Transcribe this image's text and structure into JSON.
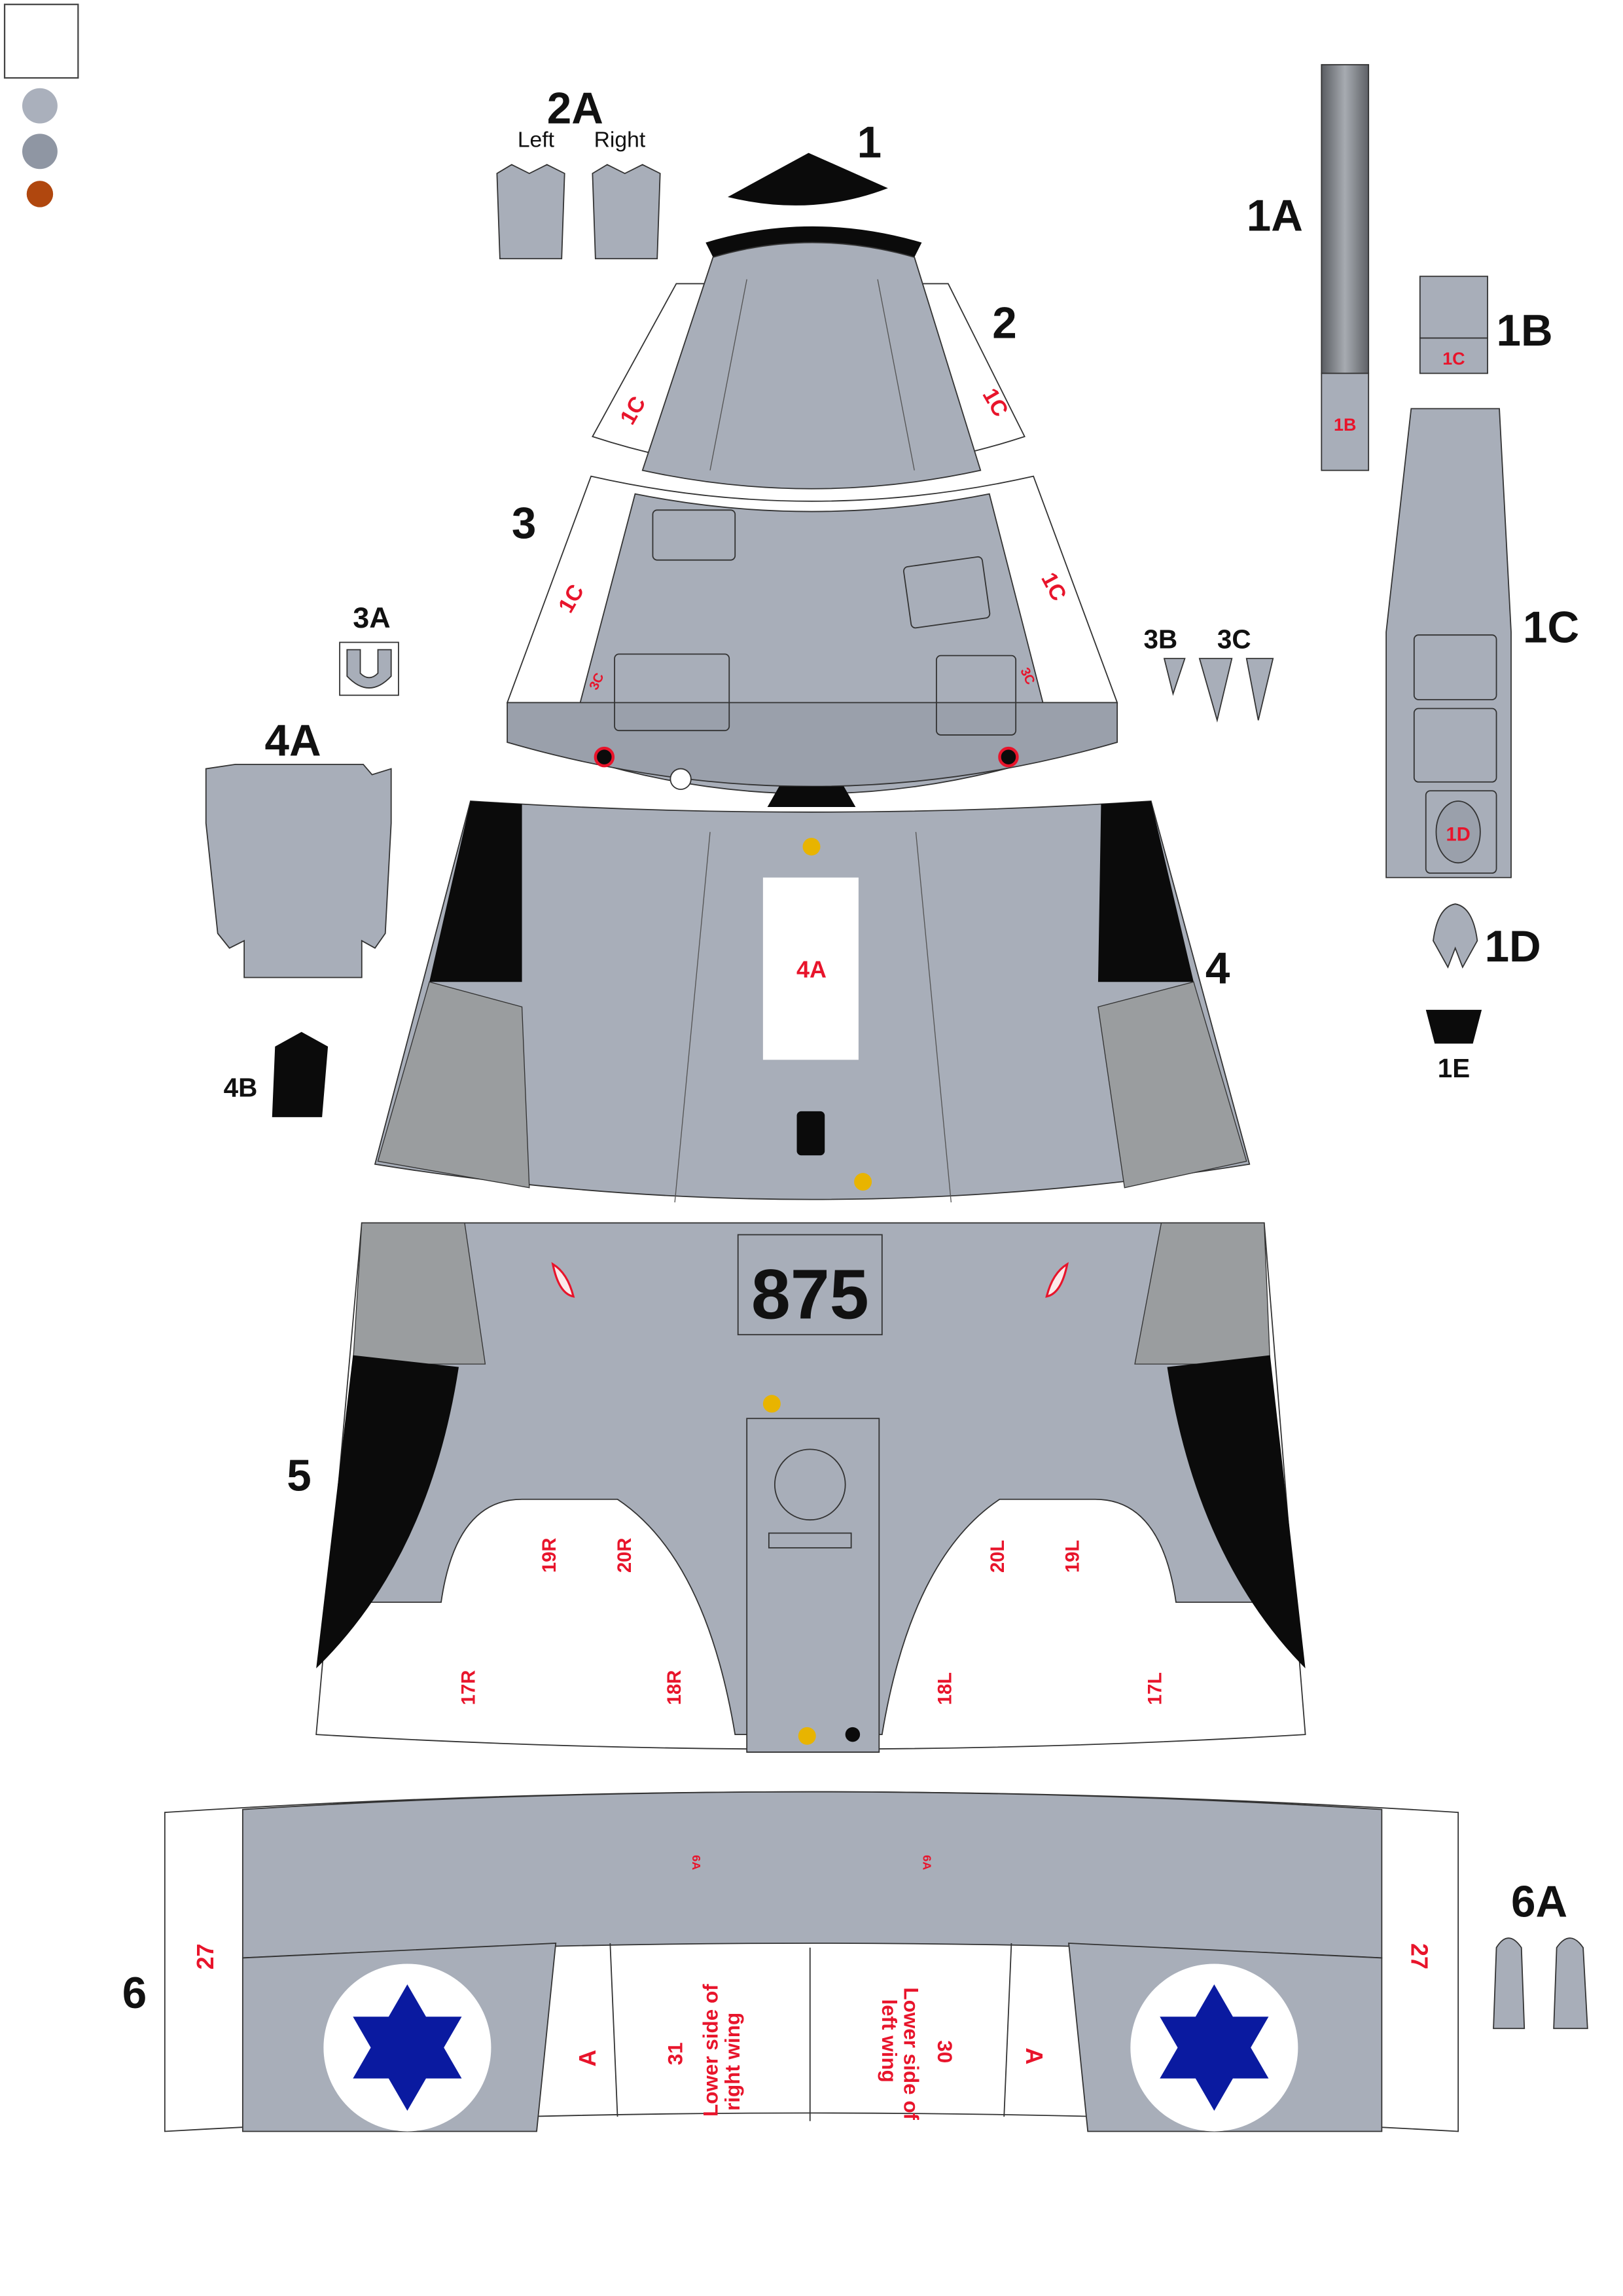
{
  "swatches": [
    "#aab0bc",
    "#8f96a3",
    "#b0470e"
  ],
  "colors": {
    "panel_gray": "#a8aeb9",
    "panel_light": "#b7bcc6",
    "panel_dark": "#8e949e",
    "black": "#0b0b0b",
    "white": "#ffffff",
    "red_text": "#e8142b",
    "roundel_blue": "#0a1aa0",
    "yellow": "#e8b400"
  },
  "part_labels": {
    "p1": "1",
    "p2": "2",
    "p2a": "2A",
    "p3": "3",
    "p3a": "3A",
    "p3b": "3B",
    "p3c": "3C",
    "p4": "4",
    "p4a": "4A",
    "p4b": "4B",
    "p5": "5",
    "p6": "6",
    "p6a": "6A",
    "p1a": "1A",
    "p1b": "1B",
    "p1c": "1C",
    "p1d": "1D",
    "p1e": "1E"
  },
  "sub_labels": {
    "left": "Left",
    "right": "Right"
  },
  "panel_text": {
    "c1": "1C",
    "c3": "3C",
    "a4": "4A",
    "b1": "1B",
    "d1": "1D",
    "a6": "6A",
    "serial": "875",
    "r19": "19R",
    "r20": "20R",
    "l20": "20L",
    "l19": "19L",
    "r17": "17R",
    "r18": "18R",
    "l18": "18L",
    "l17": "17L",
    "n27": "27",
    "a": "A",
    "n31": "31",
    "n30": "30",
    "rw1": "Lower side of",
    "rw2": "right wing",
    "lw1": "Lower side of",
    "lw2": "left wing"
  }
}
